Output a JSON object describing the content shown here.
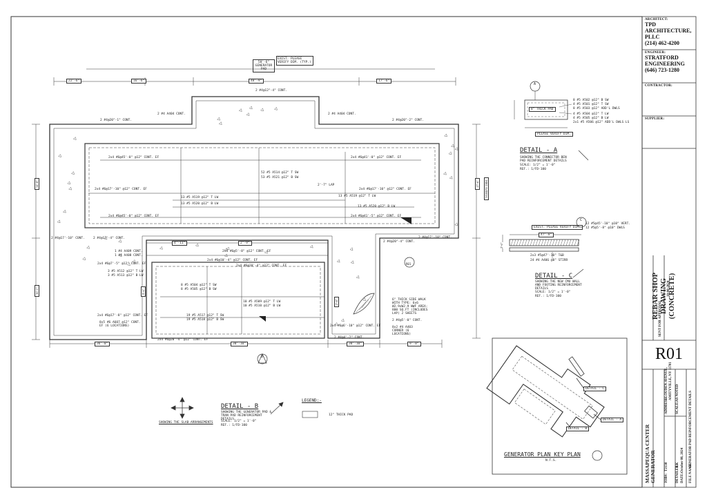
{
  "title_block": {
    "architect_label": "ARCHITECT:",
    "architect_name": "TPD ARCHITECTURE, PLLC",
    "architect_phone": "(214) 462-4200",
    "engineer_label": "ENGINEER:",
    "engineer_name": "STRATFORD ENGINEERING",
    "engineer_phone": "(646) 723-1280",
    "contractor_label": "CONTRACTOR:",
    "supplier_label": "SUPPLIER:",
    "drawing_title": "REBAR SHOP DRAWING (CONCRETE)",
    "submittal": "SENT FOR APPROVAL",
    "submittal_date": "10-08-2024",
    "sheet_number": "R01",
    "project_name": "MASSAPEQUA CENTER GENERATOR",
    "address_label": "ADDRESS:",
    "address_line1": "1 LOUDEN AVENUE,",
    "address_line2": "AMITYVILLE, NY 11701",
    "job_label": "JOB#:",
    "job_value": "T2130",
    "detailer_label": "DETAILER:",
    "detailer_value": "LK",
    "date_label": "DATE:",
    "date_value": "October 08, 2024",
    "scale_label": "SCALE:",
    "scale_value": "AS NOTED",
    "filename_label": "FILE NAME:",
    "filename_value": "GENERATOR PAD REINFORCEMENT DETAILS"
  },
  "plan": {
    "pad_label": "GENERATOR PAD",
    "pad_dim": "58'-6\"",
    "pad_note": "EXIST. PLEASE VERIFY DIM. (TYP.)",
    "notes": [
      "2 #4@12\"-4\" CONT.",
      "2 #4 A404 CONT.",
      "2 #4 A404 CONT.",
      "2 #4@20\"-1\" CONT.",
      "2 #4@20\"-2\" CONT.",
      "2x4 #6@45'-0\" @12\" CONT. EF",
      "2x4 #6@41'-0\" @12\" CONT. EF",
      "52 #5 A514 @12\" T SW",
      "53 #5 A521 @12\" B SW",
      "2x4 #6@17'-10\" @12\" CONT. EF",
      "2'-7\" LAP",
      "13 #5 A519 @12\" T LW",
      "13 #5 A520 @12\" B LW",
      "13 #5 A519 @12\" T LW",
      "13 #5 A520 @12\" B LW",
      "2x4 #6@17'-10\" @12\" CONT. EF",
      "2x4 #6@45'-0\" @12\" CONT. EF",
      "2x4 #6@41'-5\" @12\" CONT. EF",
      "2 #4@17'-10\" CONT.",
      "2 #4@17'-4\" CONT.",
      "2 #4@20\"-4\" CONT.",
      "2 #4@17'-10\" CONT.",
      "1 #4 A409 CONT.",
      "1 #4 A408 CONT.",
      "2x4 #6@7'-5\" @12\" CONT. EF",
      "3 #5 A512 @12\" T LW",
      "3 #5 A513 @12\" B LW",
      "2x4 #6@5'-8\" @12\" CONT. EF",
      "2x4 #6@10'-4\" @12\" CONT. EF",
      "2x4 #6@10'-4\" @12\" CONT. EF",
      "8 #5 A504 @12\" T SW",
      "8 #5 A505 @12\" B SW",
      "10 #5 A509 @12\" T LW",
      "10 #5 A510 @12\" B LW",
      "19 #5 A517 @12\" T SW",
      "19 #5 A518 @12\" B SW",
      "2x4 #6@17'-8\" @12\" CONT. EF",
      "8x5 #6 A607 @12\" CONT. EF (6 LOCATIONS)",
      "2x4 #6@20'-4\" @12\" CONT. EF",
      "2x4 #6@6'-10\" @12\" CONT. EF",
      "2 #4@4'-2\" CONT.",
      "8x2 #4 A403 CORNER (6 LOCATIONS)",
      "6\" THICK SIDE WALK WITH TYPE: 6x6 W2.9xW2.9 WWF AREA: 800 SQ.FT (INCLUDES LAP) 2 SHEETS",
      "2 #4@5'-0\" CONT."
    ],
    "dims_top": [
      "22'-6\"",
      "16'-6\"",
      "48'-9\"",
      "17'-6\""
    ],
    "dims_left": [
      "34'-8\"",
      "36'-1\""
    ],
    "dims_right": [
      "17'-6\"",
      "VERIFY DIM."
    ],
    "dims_mid": [
      "4'-11\"",
      "2'-9\"",
      "9'-6\"",
      "2'-8\""
    ],
    "dims_bottom": [
      "36'-0\"",
      "30'-10\"",
      "30'-10\"",
      "9'-0\""
    ],
    "cut_labels": [
      "A",
      "B",
      "C"
    ],
    "sheet_ref": "R01"
  },
  "detail_a": {
    "title": "DETAIL - A",
    "desc": "SHOWING THE CONNECTOR BEN PAD REINFORCEMENT DETAILS",
    "scale": "SCALE: 1/2\" = 1'-0\"",
    "ref": "REF.: 1/FD-100",
    "callouts": [
      "8 #5 A502 @12\" B SW",
      "4 #5 A501 @12\" T SW",
      "8 #5 A503 @12\" ADD'L DWLS",
      "4 #5 A504 @12\" T LW",
      "4 #5 A505 @12\" B LW",
      "2x1 #5 A506 @12\" ADD'L DWLS LS"
    ],
    "pad_note": "8\" THICK PAD",
    "verify": "PLEASE VERIFY DIM."
  },
  "detail_c": {
    "title": "DETAIL - C",
    "desc": "SHOWING THE NEW CMU WALL AND FOOTING REINFORCEMENT DETAILS",
    "scale": "SCALE: 1/2\" = 1'-0\"",
    "ref": "REF.: 1/FD-100",
    "callouts": [
      "12 #5@45'-10\" @10\" VERT.",
      "12 #5@5'-8\" @10\" DWLS",
      "2x3 #5@47'-10\" T&B",
      "24 #4 A406 @8\" STIRR"
    ],
    "verify": "EXIST. PLEASE VERIFY DIM.",
    "dim_top": "47'-8\"",
    "dim_side": "2'-6\""
  },
  "detail_b": {
    "title": "DETAIL - B",
    "desc": "SHOWING THE GENERATOR PAD & TRAN PAD REINFORCEMENT DETAILS",
    "scale": "SCALE: 1/2\" = 1'-0\"",
    "ref": "REF.: 1/FD-100",
    "slab_note": "SHOWING THE SLAB ARRANGEMENTS"
  },
  "legend": {
    "title": "LEGEND:-",
    "item": "12\" THICK PAD"
  },
  "key_plan": {
    "title": "GENERATOR PLAN KEY PLAN",
    "nts": "N.T.S.",
    "labels": [
      "DETAIL - C",
      "DETAIL - A",
      "DETAIL - B"
    ]
  }
}
